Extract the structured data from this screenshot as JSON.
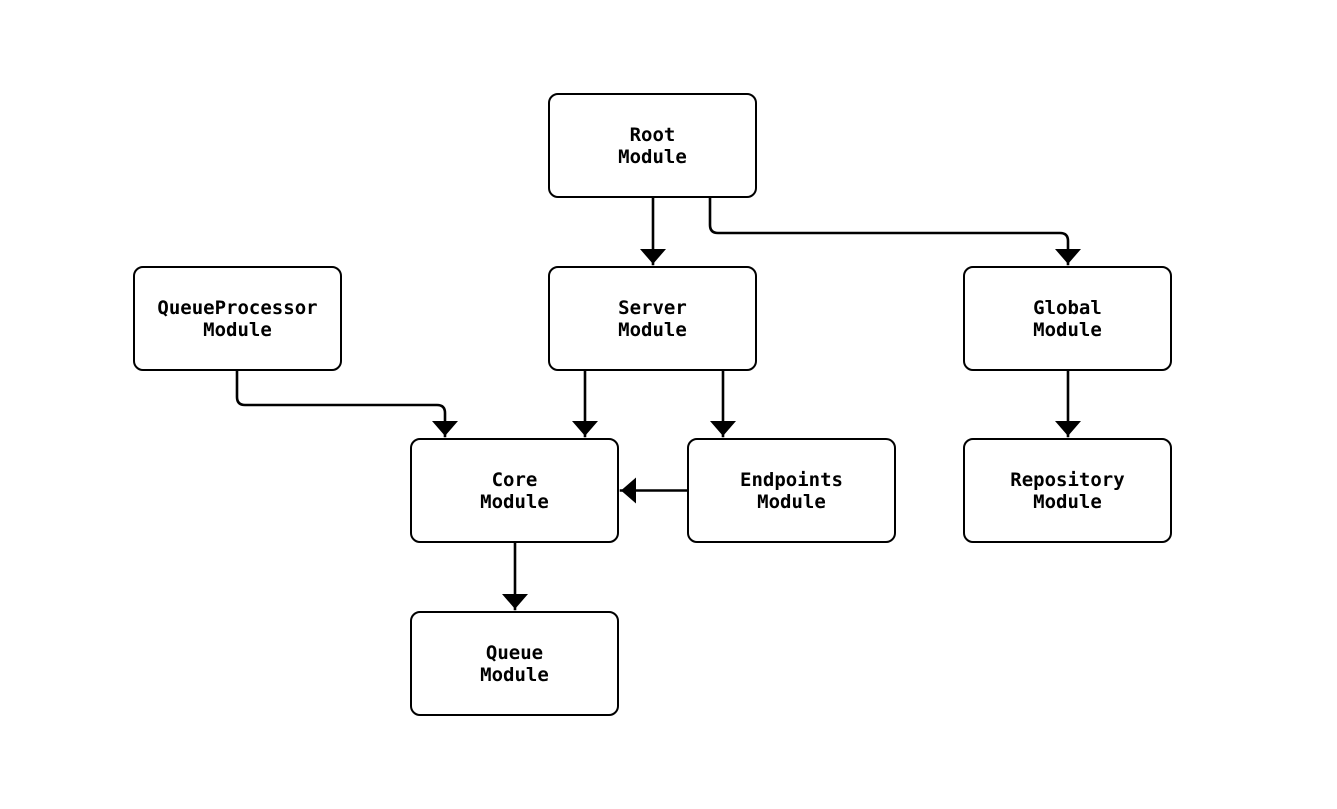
{
  "colors": {
    "background": "#ffffff",
    "line": "#000000",
    "node_fill": "#ffffff",
    "node_border": "#000000",
    "text": "#000000"
  },
  "nodes": {
    "root": {
      "label": "Root\nModule"
    },
    "server": {
      "label": "Server\nModule"
    },
    "global": {
      "label": "Global\nModule"
    },
    "queue_processor": {
      "label": "QueueProcessor\nModule"
    },
    "core": {
      "label": "Core\nModule"
    },
    "endpoints": {
      "label": "Endpoints\nModule"
    },
    "repository": {
      "label": "Repository\nModule"
    },
    "queue": {
      "label": "Queue\nModule"
    }
  },
  "edges": [
    {
      "from": "Root Module",
      "to": "Server Module"
    },
    {
      "from": "Root Module",
      "to": "Global Module"
    },
    {
      "from": "QueueProcessor Module",
      "to": "Core Module"
    },
    {
      "from": "Server Module",
      "to": "Core Module"
    },
    {
      "from": "Server Module",
      "to": "Endpoints Module"
    },
    {
      "from": "Endpoints Module",
      "to": "Core Module"
    },
    {
      "from": "Core Module",
      "to": "Queue Module"
    },
    {
      "from": "Global Module",
      "to": "Repository Module"
    }
  ]
}
